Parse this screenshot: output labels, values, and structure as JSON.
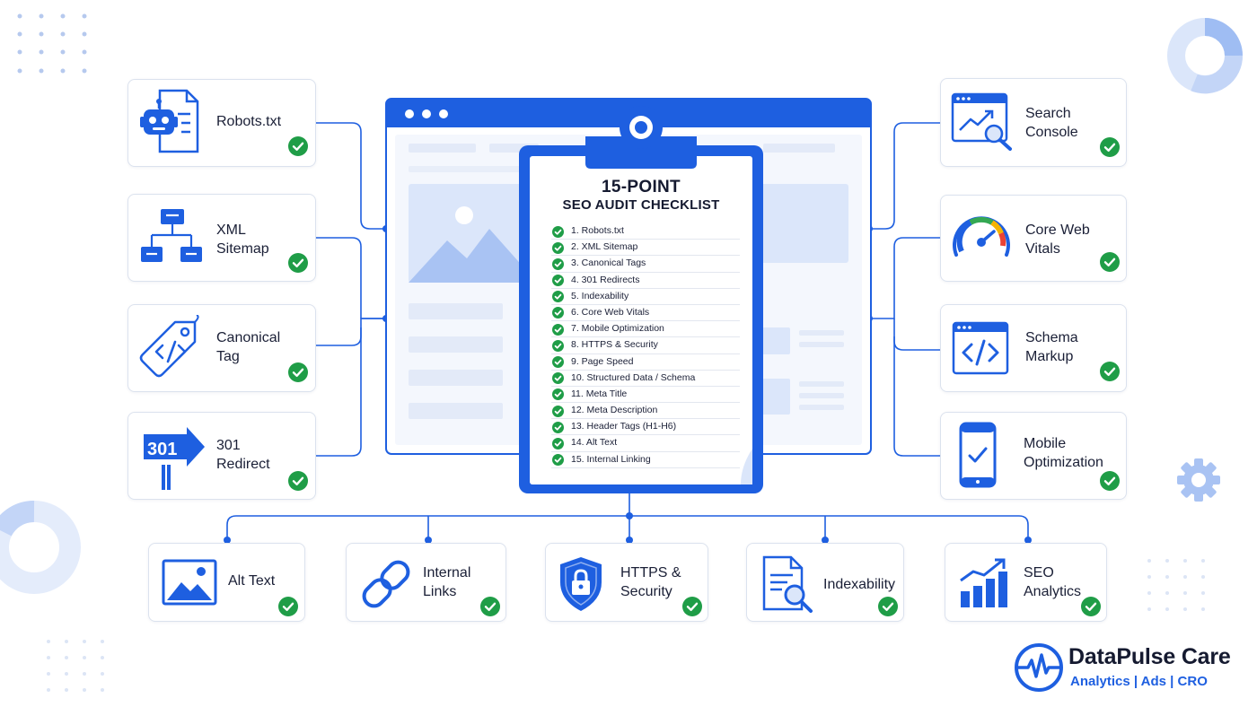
{
  "checklist": {
    "title_line1": "15-POINT",
    "title_line2": "SEO AUDIT CHECKLIST",
    "items": [
      "1.  Robots.txt",
      "2.  XML Sitemap",
      "3.  Canonical Tags",
      "4.  301 Redirects",
      "5.  Indexability",
      "6.  Core Web Vitals",
      "7.  Mobile Optimization",
      "8.  HTTPS & Security",
      "9.  Page Speed",
      "10. Structured Data / Schema",
      "11.  Meta Title",
      "12.  Meta Description",
      "13.  Header Tags (H1-H6)",
      "14.  Alt Text",
      "15.  Internal Linking"
    ]
  },
  "left_cards": [
    {
      "icon": "robot-document-icon",
      "lines": [
        "Robots.txt"
      ]
    },
    {
      "icon": "sitemap-icon",
      "lines": [
        "XML",
        "Sitemap"
      ]
    },
    {
      "icon": "code-tag-icon",
      "lines": [
        "Canonical",
        "Tag"
      ]
    },
    {
      "icon": "redirect-sign-icon",
      "sign_text": "301",
      "lines": [
        "301",
        "Redirect"
      ]
    }
  ],
  "right_cards": [
    {
      "icon": "search-console-icon",
      "lines": [
        "Search",
        "Console"
      ]
    },
    {
      "icon": "gauge-icon",
      "lines": [
        "Core Web",
        "Vitals"
      ]
    },
    {
      "icon": "code-window-icon",
      "lines": [
        "Schema",
        "Markup"
      ]
    },
    {
      "icon": "mobile-check-icon",
      "lines": [
        "Mobile",
        "Optimization"
      ]
    }
  ],
  "bottom_cards": [
    {
      "icon": "image-icon",
      "lines": [
        "Alt Text"
      ]
    },
    {
      "icon": "link-icon",
      "lines": [
        "Internal",
        "Links"
      ]
    },
    {
      "icon": "shield-lock-icon",
      "lines": [
        "HTTPS &",
        "Security"
      ]
    },
    {
      "icon": "document-search-icon",
      "lines": [
        "Indexability"
      ]
    },
    {
      "icon": "growth-chart-icon",
      "lines": [
        "SEO",
        "Analytics"
      ]
    }
  ],
  "brand": {
    "name": "DataPulse Care",
    "tagline": "Analytics | Ads | CRO"
  },
  "colors": {
    "primary": "#1e5fe0",
    "check": "#1f9d47",
    "light_blue": "#a9c3f3",
    "pale_blue": "#eaf0fb",
    "card_border": "#dbe2ee"
  }
}
